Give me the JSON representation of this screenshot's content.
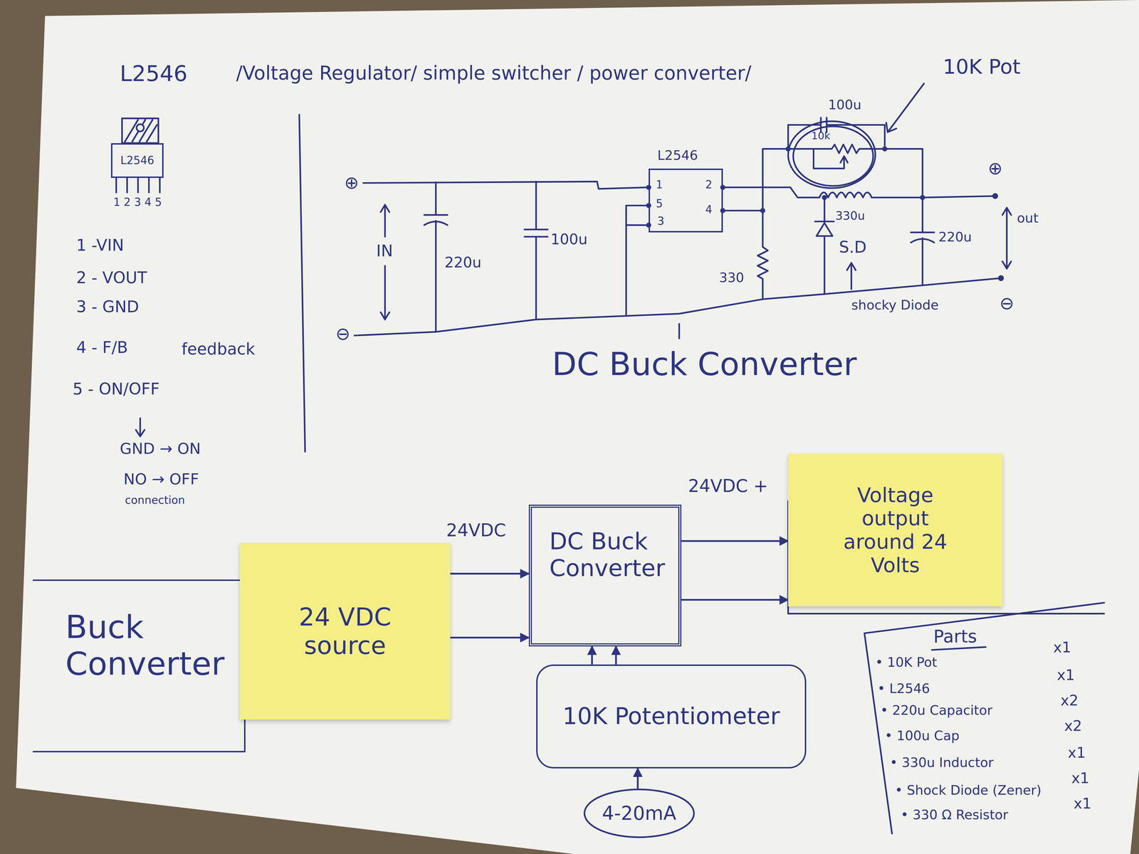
{
  "diagram": {
    "title": "/Voltage Regulator/ simple switcher / power converter/",
    "caption": "DC Buck Converter",
    "nodes": [
      {
        "text": [
          "L2546"
        ]
      },
      {
        "text": [
          "L2546",
          "1",
          "5",
          "3",
          "2",
          "4"
        ]
      },
      {
        "text": [
          "Buck Converter"
        ]
      },
      {
        "text": [
          "24 VDC source"
        ]
      },
      {
        "text": [
          "DC Buck Converter"
        ]
      },
      {
        "text": [
          "Voltage output around 24 Volts"
        ]
      },
      {
        "text": [
          "10K Potentiometer"
        ]
      },
      {
        "text": [
          "4-20mA"
        ]
      },
      {
        "text": [
          "Parts",
          "• 10K Pot",
          "x1",
          "• L2546",
          "x1",
          "• 220u Capacitor",
          "x2",
          "• 100u Cap",
          "x2",
          "• 330u Inductor",
          "x1",
          "• Shock Diode (Zener)",
          "x1",
          "• 330 Ω Resistor",
          "x1"
        ]
      }
    ],
    "edges": [
      {
        "from": 3,
        "to": 4,
        "arrow": "to",
        "label": "24VDC"
      },
      {
        "from": 3,
        "to": 4,
        "arrow": "to"
      },
      {
        "from": 4,
        "to": 5,
        "arrow": "to",
        "label": "24VDC +"
      },
      {
        "from": 4,
        "to": 5,
        "arrow": "to"
      },
      {
        "from": 6,
        "to": 4,
        "arrow": "to"
      },
      {
        "from": 6,
        "to": 4,
        "arrow": "to"
      },
      {
        "from": 7,
        "to": 6,
        "arrow": "to"
      }
    ],
    "labels": [
      "L2546",
      "1 2 3 4 5",
      "1 -VIN",
      "2 - VOUT",
      "3 - GND",
      "4 - F/B",
      "feedback",
      "5 - ON/OFF",
      "GND → ON",
      "NO → OFF",
      "connection",
      "⊕",
      "⊖",
      "IN",
      "220u",
      "100u",
      "100u",
      "10k",
      "10K Pot",
      "330u",
      "330",
      "S.D",
      "shocky Diode",
      "220u",
      "⊕",
      "⊖",
      "out"
    ]
  }
}
